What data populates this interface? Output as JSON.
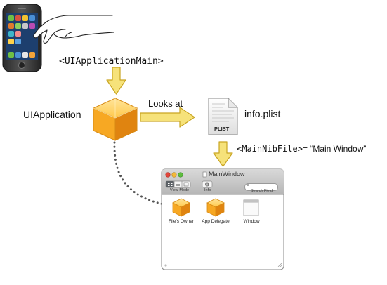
{
  "labels": {
    "uiapplication_main": "<UIApplicationMain>",
    "uiapplication": "UIApplication",
    "looks_at": "Looks at",
    "info_plist": "info.plist",
    "plist_badge": "PLIST",
    "main_nib_key": "<MainNibFile>",
    "main_nib_value": " = “Main Window”"
  },
  "nib_window": {
    "title": "MainWindow",
    "toolbar": {
      "view_mode_label": "View Mode",
      "info_label": "Info",
      "search_label": "Search Field"
    },
    "items": [
      {
        "label": "File’s Owner",
        "icon": "cube-icon"
      },
      {
        "label": "App Delegate",
        "icon": "cube-icon"
      },
      {
        "label": "Window",
        "icon": "window-icon"
      }
    ]
  },
  "colors": {
    "arrow_fill": "#f6e27a",
    "arrow_stroke": "#c9a521",
    "cube_light": "#ffd36a",
    "cube_mid": "#f7a823",
    "cube_dark": "#e08410",
    "dotted_line": "#555555"
  }
}
